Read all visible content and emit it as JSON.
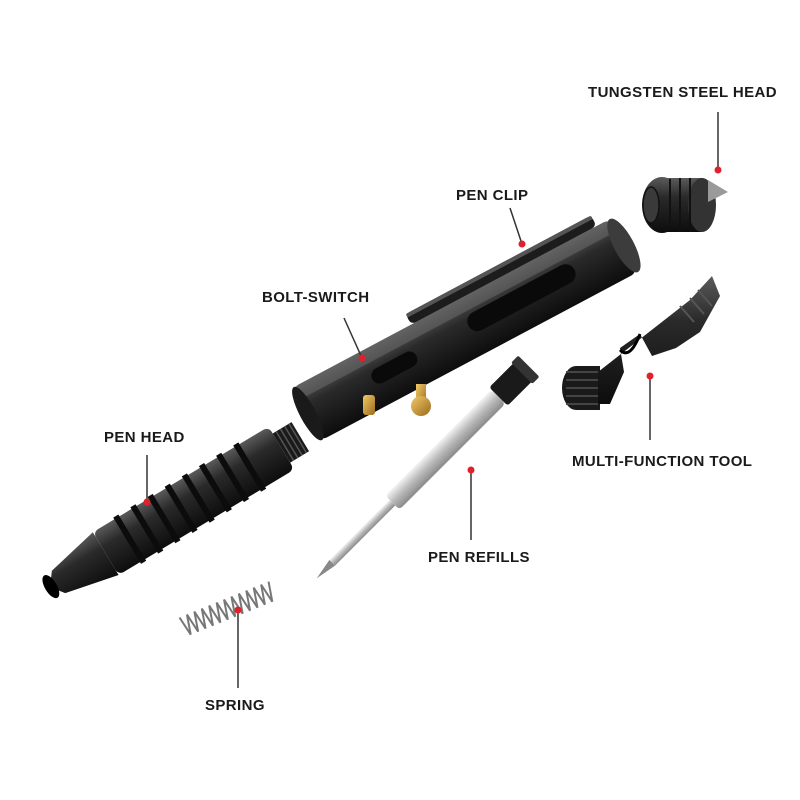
{
  "labels": {
    "tungsten_steel_head": "TUNGSTEN STEEL HEAD",
    "pen_clip": "PEN CLIP",
    "bolt_switch": "BOLT-SWITCH",
    "pen_head": "PEN HEAD",
    "multi_function_tool": "MULTI-FUNCTION TOOL",
    "pen_refills": "PEN REFILLS",
    "spring": "SPRING"
  },
  "colors": {
    "leader_line": "#333333",
    "marker_dot": "#e0202a",
    "metal_dark": "#222222",
    "brass": "#c8962e",
    "refill_silver": "#c9c9c9"
  }
}
